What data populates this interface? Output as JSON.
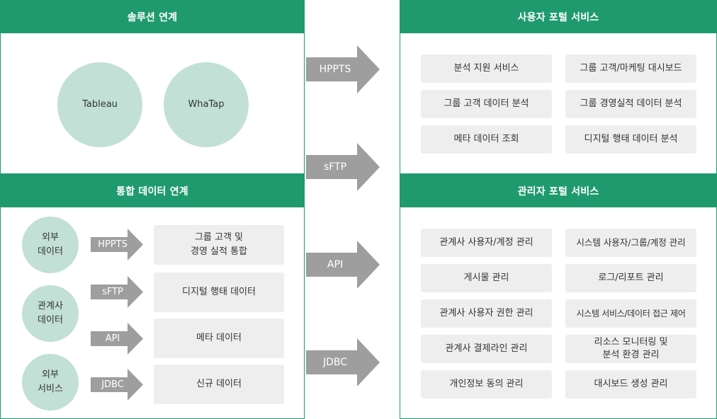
{
  "solution": {
    "title": "솔루션 연계",
    "items": [
      "Tableau",
      "WhaTap"
    ]
  },
  "integration": {
    "title": "통합 데이터 연계",
    "sources": [
      "외부\n데이터",
      "관계사\n데이터",
      "외부\n서비스"
    ],
    "protocols": [
      "HPPTS",
      "sFTP",
      "API",
      "JDBC"
    ],
    "data_boxes": [
      "그룹 고객 및\n경영 실적 통합",
      "디지털 행태 데이터",
      "메타 데이터",
      "신규 데이터"
    ]
  },
  "connectors": [
    "HPPTS",
    "sFTP",
    "API",
    "JDBC"
  ],
  "user_portal": {
    "title": "사용자 포털 서비스",
    "left": [
      "분석 지원 서비스",
      "그룹 고객 데이터 분석",
      "메타 데이터 조회"
    ],
    "right": [
      "그룹 고객/마케팅 대시보드",
      "그룹 경영실적 데이터 분석",
      "디지털 행태 데이터 분석"
    ]
  },
  "admin_portal": {
    "title": "관리자 포털 서비스",
    "left": [
      "관계사 사용자/계정 관리",
      "게시물 관리",
      "관계사 사용자 권한 관리",
      "관계사 결제라인 관리",
      "개인정보 동의 관리"
    ],
    "right": [
      "시스템 사용자/그룹/계정 관리",
      "로그/리포트 관리",
      "시스템 서비스/데이터 접근 제어",
      "리소스 모니터링 및\n분석 환경 관리",
      "대시보드 생성 관리"
    ]
  },
  "colors": {
    "header": "#1f9a6e",
    "circle": "#c2e0d6",
    "box": "#eeeeee",
    "arrow": "#9e9e9e"
  }
}
